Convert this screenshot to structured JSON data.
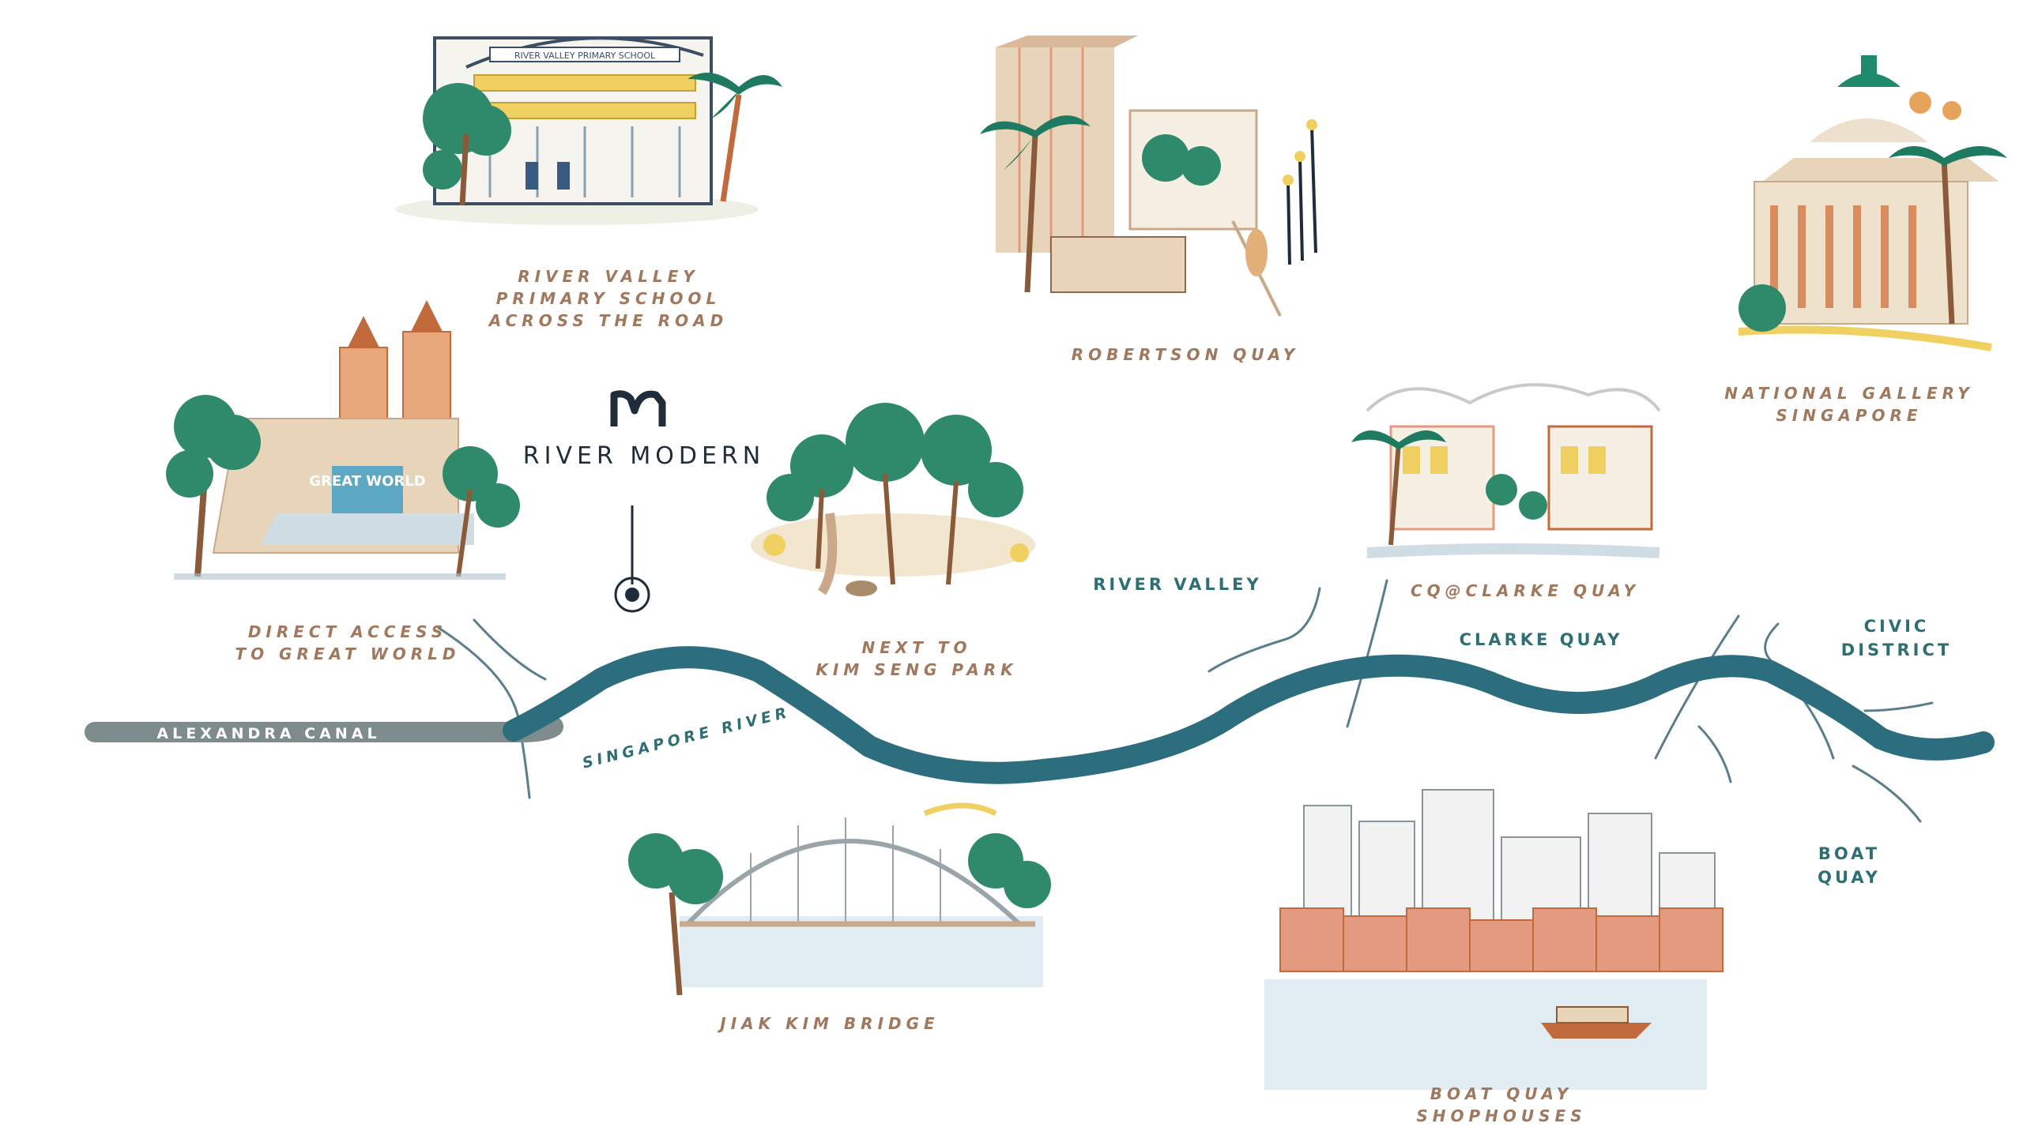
{
  "brand": {
    "name": "RIVER MODERN",
    "logo_glyph": "m"
  },
  "landmarks": [
    {
      "id": "school",
      "label": "RIVER VALLEY\nPRIMARY SCHOOL\nACROSS THE ROAD",
      "sign": "RIVER VALLEY PRIMARY SCHOOL"
    },
    {
      "id": "robertson",
      "label": "ROBERTSON QUAY"
    },
    {
      "id": "gallery",
      "label": "NATIONAL GALLERY\nSINGAPORE"
    },
    {
      "id": "greatworld",
      "label": "DIRECT ACCESS\nTO GREAT WORLD",
      "sign": "GREAT WORLD"
    },
    {
      "id": "kimseng",
      "label": "NEXT TO\nKIM SENG PARK"
    },
    {
      "id": "cq",
      "label": "CQ@CLARKE QUAY"
    },
    {
      "id": "jiakkim",
      "label": "JIAK KIM BRIDGE"
    },
    {
      "id": "boatquay_shop",
      "label": "BOAT QUAY SHOPHOUSES"
    }
  ],
  "areas": {
    "river_valley": "RIVER VALLEY",
    "clarke_quay": "CLARKE QUAY",
    "civic_district": "CIVIC\nDISTRICT",
    "boat_quay": "BOAT\nQUAY"
  },
  "waterways": {
    "canal": "ALEXANDRA CANAL",
    "river": "SINGAPORE RIVER"
  },
  "colors": {
    "river": "#2c6e7d",
    "canal": "#7f8c8d",
    "road": "#5b7f8a",
    "label_brown": "#a0785e",
    "label_teal": "#2f6f74",
    "brand": "#1f2d3a",
    "tree_green": "#2f8a6c",
    "sand": "#e8d4b8",
    "yellow": "#f0d060"
  }
}
